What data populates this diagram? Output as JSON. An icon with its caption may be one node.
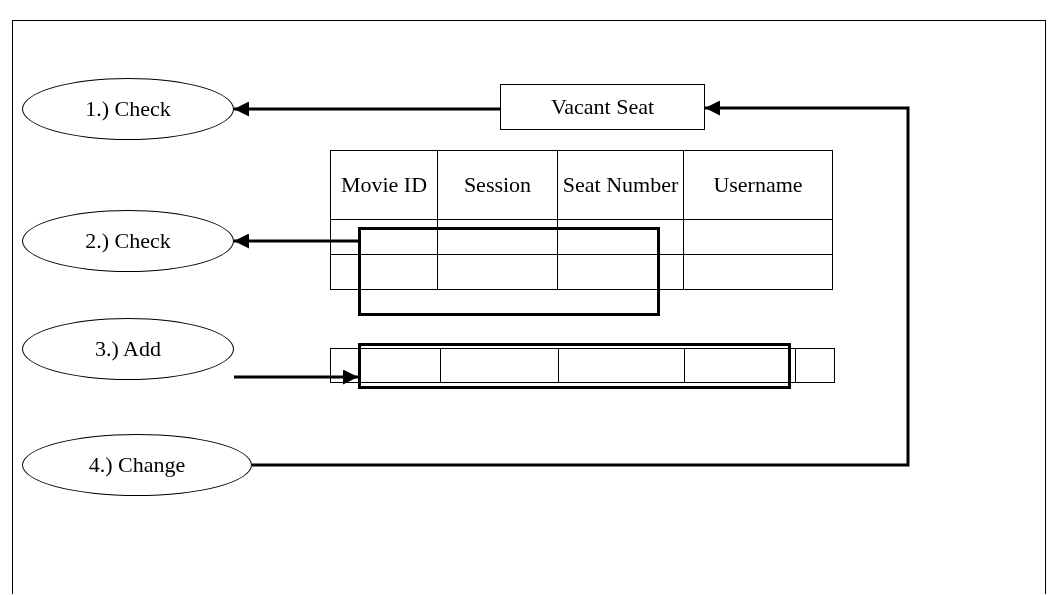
{
  "diagram": {
    "nodes": [
      {
        "text": [
          "1.) Check"
        ]
      },
      {
        "text": [
          "Vacant Seat"
        ]
      },
      {
        "text": [
          "2.) Check"
        ]
      },
      {
        "text": [],
        "shape": "box"
      },
      {
        "text": [
          "3.) Add"
        ]
      },
      {
        "text": [],
        "shape": "box"
      },
      {
        "text": [
          "4.) Change"
        ]
      }
    ],
    "edges": [
      {
        "from": 1,
        "to": 0,
        "arrow": "to"
      },
      {
        "from": 3,
        "to": 2,
        "arrow": "to"
      },
      {
        "from": 4,
        "to": 5,
        "arrow": "to"
      },
      {
        "from": 6,
        "to": 1,
        "arrow": "to"
      }
    ],
    "labels": [
      "Movie ID",
      "Session",
      "Seat Number",
      "Username"
    ]
  }
}
